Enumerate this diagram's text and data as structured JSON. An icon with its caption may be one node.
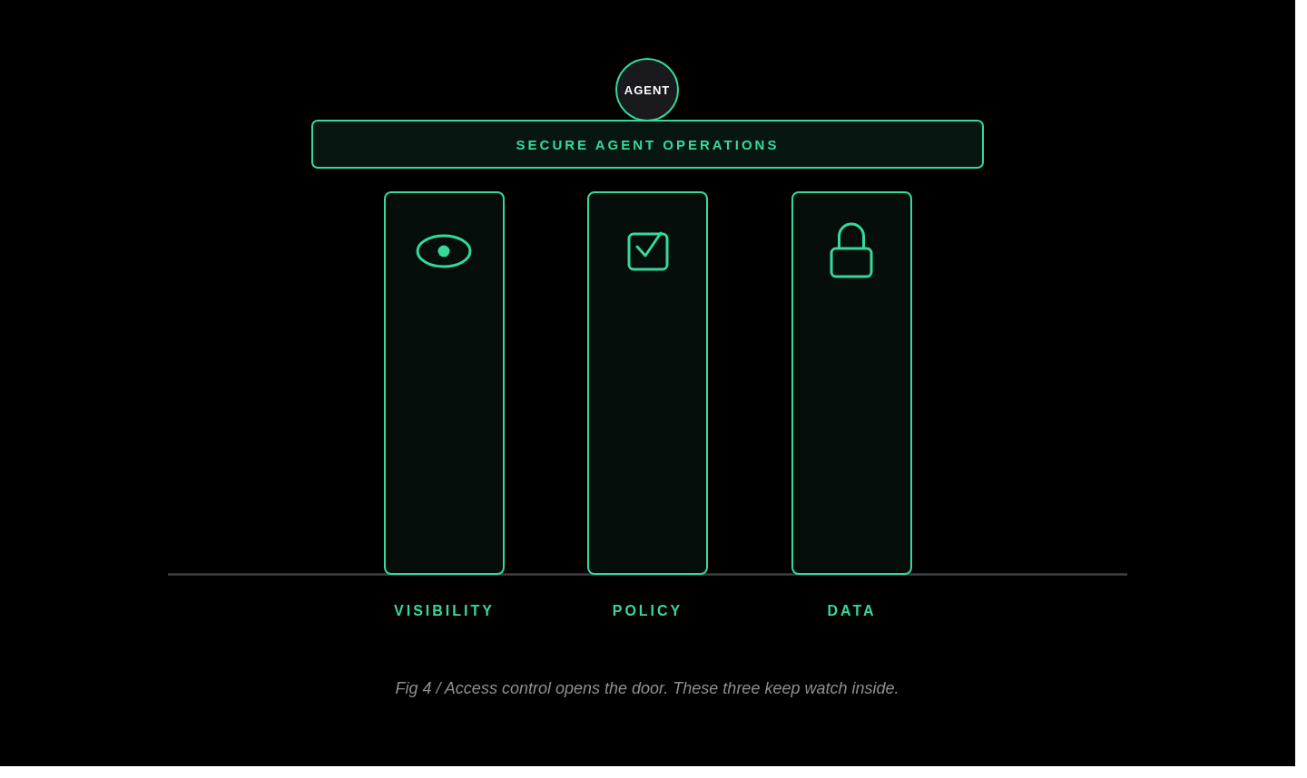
{
  "diagram": {
    "caption": "Fig 4 / Access control opens the door. These three keep watch inside.",
    "nodes": [
      {
        "text": [
          "AGENT"
        ]
      },
      {
        "text": [
          "SECURE AGENT OPERATIONS"
        ]
      },
      {
        "text": [
          "VISIBILITY"
        ]
      },
      {
        "text": [
          "POLICY"
        ]
      },
      {
        "text": [
          "DATA"
        ]
      }
    ]
  }
}
